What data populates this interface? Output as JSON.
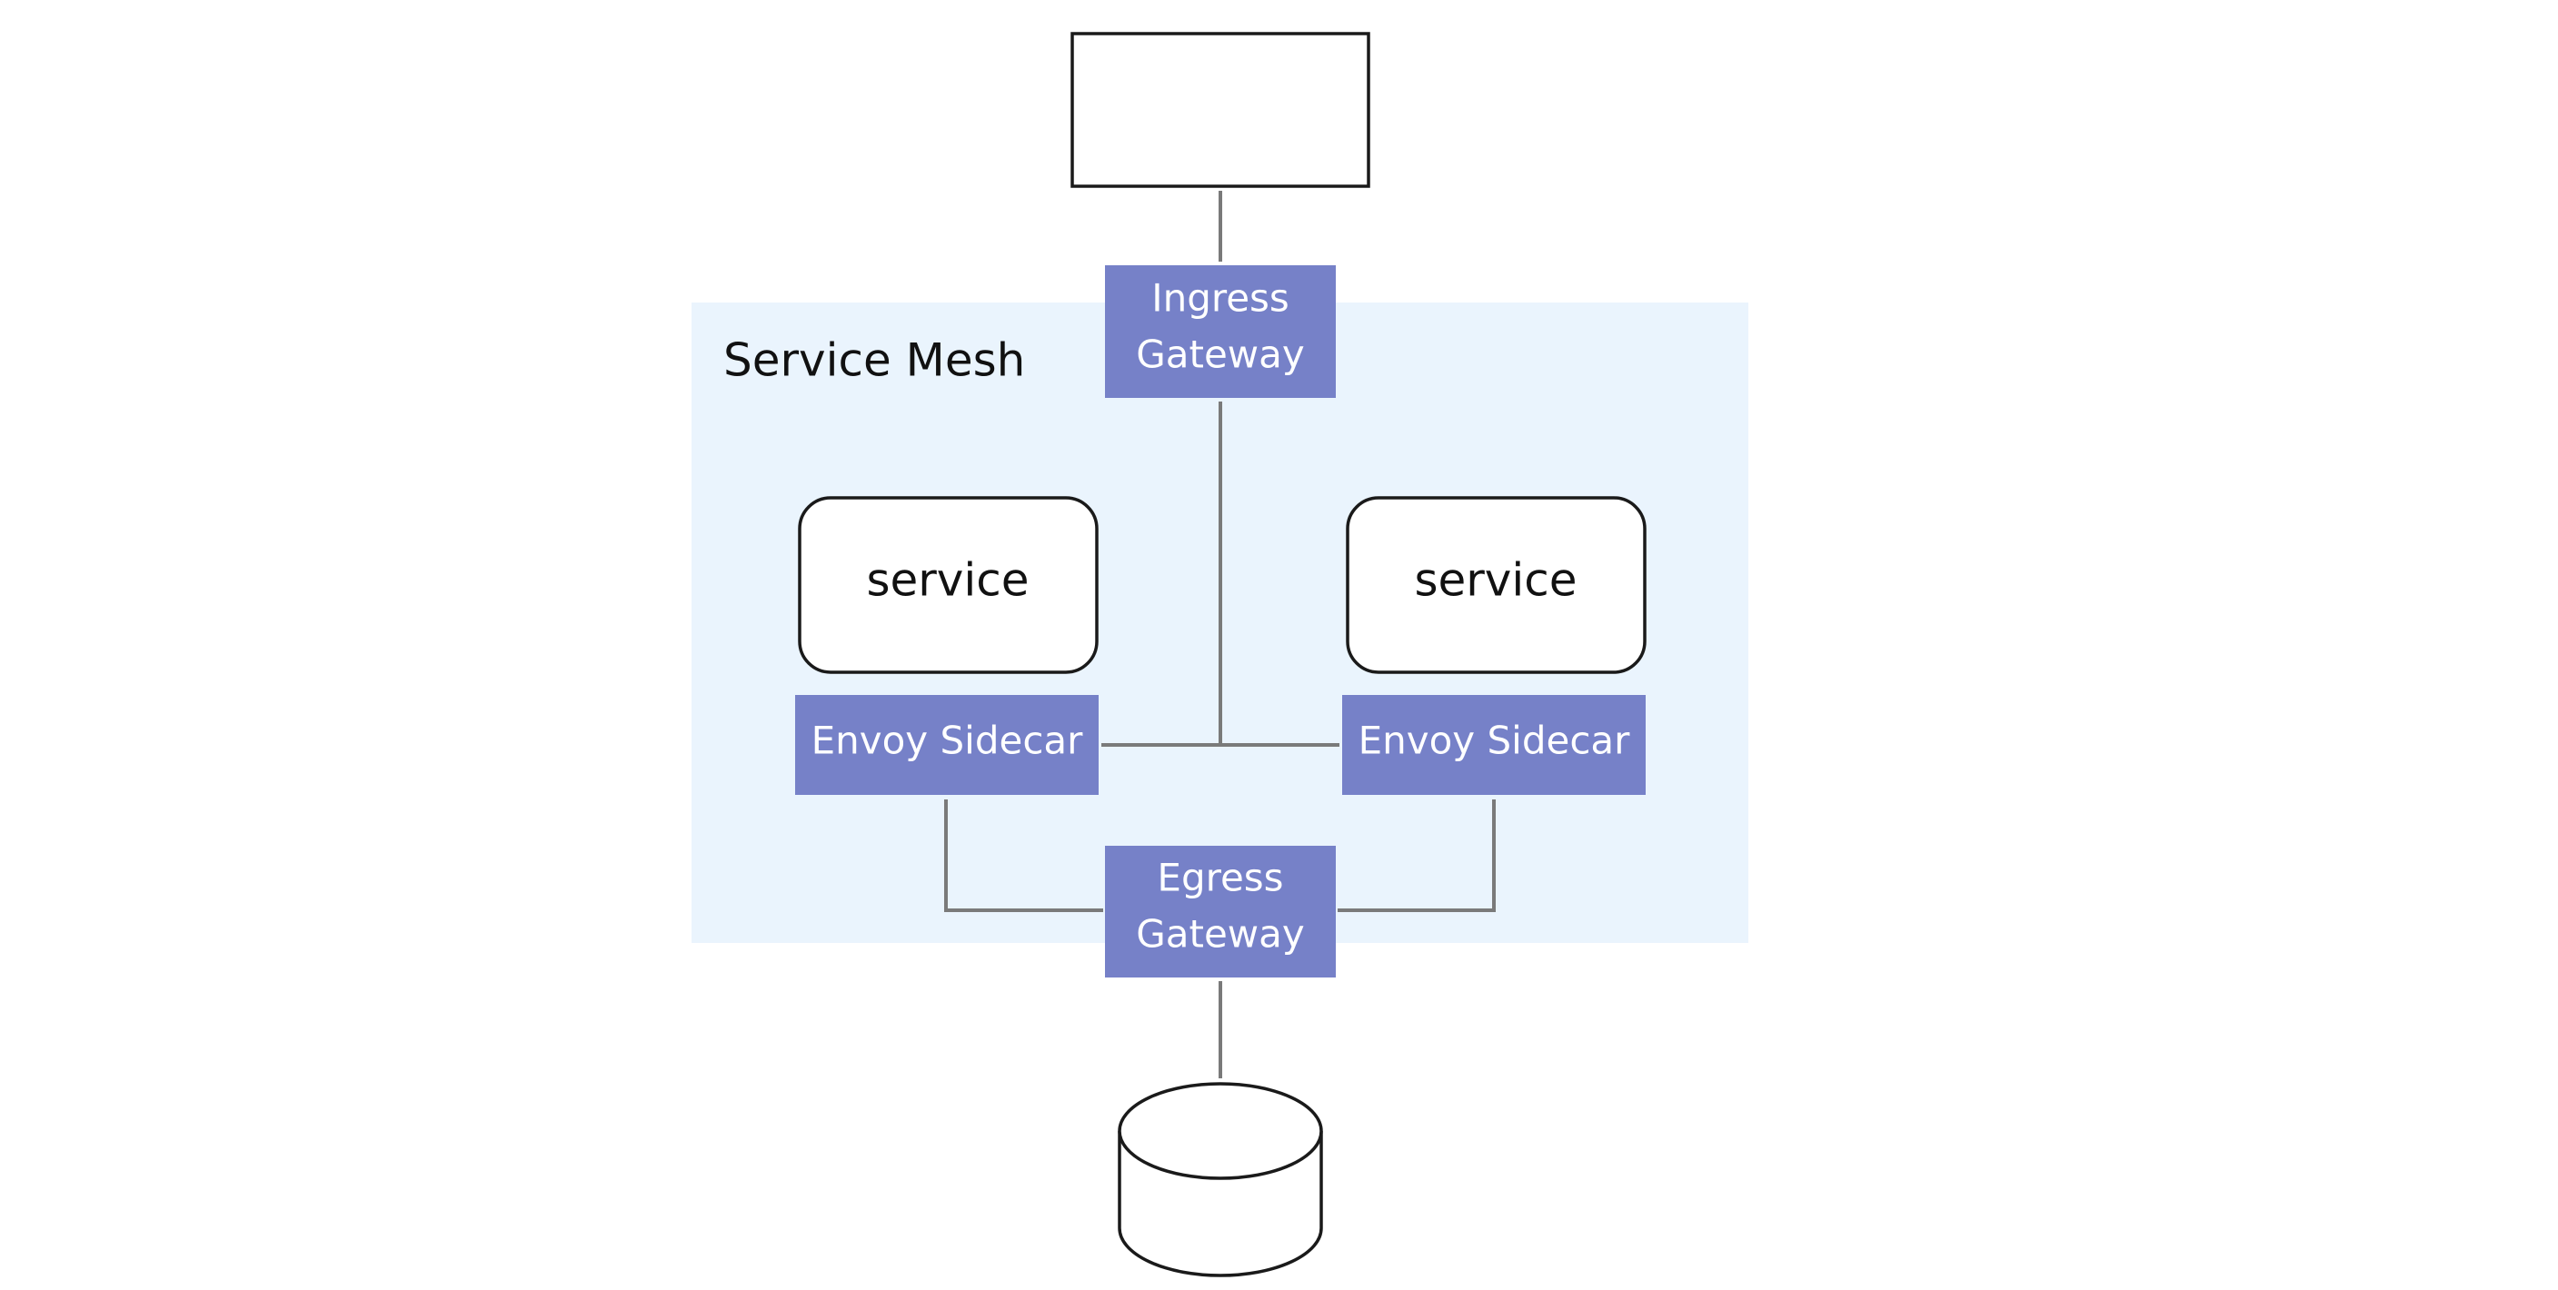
{
  "diagram": {
    "mesh": {
      "label": "Service Mesh",
      "fill": "#eaf4fd"
    },
    "ingress": {
      "line1": "Ingress",
      "line2": "Gateway"
    },
    "egress": {
      "line1": "Egress",
      "line2": "Gateway"
    },
    "services": [
      {
        "label": "service"
      },
      {
        "label": "service"
      }
    ],
    "sidecars": [
      {
        "label": "Envoy Sidecar"
      },
      {
        "label": "Envoy Sidecar"
      }
    ],
    "colors": {
      "gateway": "#7681c8",
      "connector": "#7a7a7a",
      "node_stroke": "#1a1a1a",
      "mesh_background": "#eaf4fd"
    },
    "icons": {
      "client": "client-box",
      "database": "database-cylinder-icon"
    }
  }
}
